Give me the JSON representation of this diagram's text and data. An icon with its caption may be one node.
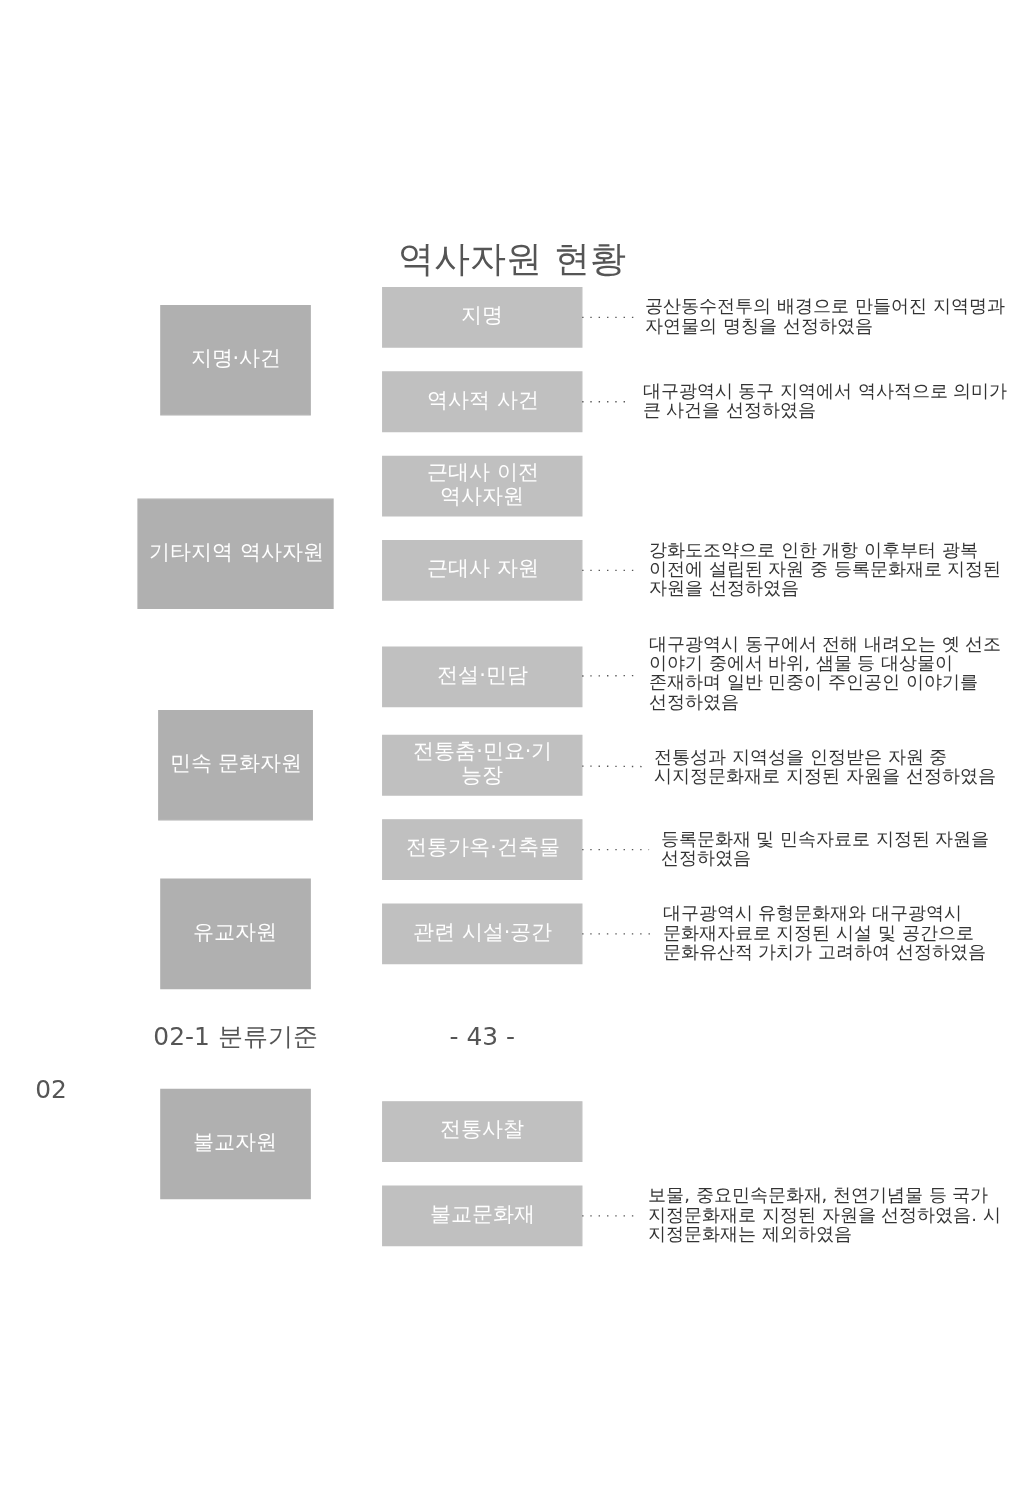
{
  "diagram": {
    "title": "역사자원 현황",
    "nodes": [
      {
        "text": [
          "불교자원"
        ]
      },
      {
        "text": [
          "전통사찰"
        ]
      },
      {
        "text": [
          "불교문화재"
        ]
      },
      {
        "text": [
          "보물, 중요민속문화재, 천연기념물 등 국가 지정문화재로 지정된 자원을 선정하였음. 시 지정문화재는 제외하였음"
        ]
      },
      {
        "text": [
          "유교자원"
        ]
      },
      {
        "text": [
          "관련 시설·공간"
        ]
      },
      {
        "text": [
          "대구광역시 유형문화재와 대구광역시 문화재자료로 지정된 시설 및 공간으로 문화유산적 가치가 고려하여 선정하였음"
        ]
      },
      {
        "text": [
          "민속 문화자원"
        ]
      },
      {
        "text": [
          "전설·민담"
        ]
      },
      {
        "text": [
          "대구광역시 동구에서 전해 내려오는 옛 선조 이야기 중에서 바위, 샘물 등 대상물이 존재하며 일반 민중이 주인공인 이야기를 선정하였음"
        ]
      },
      {
        "text": [
          "전통춤·민요·기능장"
        ]
      },
      {
        "text": [
          "전통성과 지역성을 인정받은 자원 중 시지정문화재로 지정된 자원을 선정하였음"
        ]
      },
      {
        "text": [
          "전통가옥·건축물"
        ]
      },
      {
        "text": [
          "등록문화재 및 민속자료로 지정된 자원을 선정하였음"
        ]
      },
      {
        "text": [
          "기타지역 역사자원"
        ]
      },
      {
        "text": [
          "근대사 이전 역사자원"
        ]
      },
      {
        "text": [
          "근대사 자원"
        ]
      },
      {
        "text": [
          "강화도조약으로 인한 개항 이후부터 광복 이전에 설립된 자원 중 등록문화재로 지정된 자원을 선정하였음"
        ]
      },
      {
        "text": [
          "지명·사건"
        ]
      },
      {
        "text": [
          "지명"
        ]
      },
      {
        "text": [
          "공산동수전투의 배경으로 만들어진 지역명과 자연물의 명칭을 선정하였음"
        ]
      },
      {
        "text": [
          "역사적 사건"
        ]
      },
      {
        "text": [
          "대구광역시 동구 지역에서 역사적으로 의미가 큰 사건을 선정하였음"
        ]
      }
    ],
    "edges": [
      {
        "from": 2,
        "to": 3,
        "arrow": "none",
        "style": "dashed"
      },
      {
        "from": 5,
        "to": 6,
        "arrow": "none",
        "style": "dashed"
      },
      {
        "from": 8,
        "to": 9,
        "arrow": "none",
        "style": "dashed"
      },
      {
        "from": 10,
        "to": 11,
        "arrow": "none",
        "style": "dashed"
      },
      {
        "from": 12,
        "to": 13,
        "arrow": "none",
        "style": "dashed"
      },
      {
        "from": 16,
        "to": 17,
        "arrow": "none",
        "style": "dashed"
      },
      {
        "from": 19,
        "to": 20,
        "arrow": "none",
        "style": "dashed"
      },
      {
        "from": 21,
        "to": 22,
        "arrow": "none",
        "style": "dashed"
      }
    ],
    "labels": [
      "02",
      "02-1 분류기준",
      "- 43 -"
    ]
  }
}
